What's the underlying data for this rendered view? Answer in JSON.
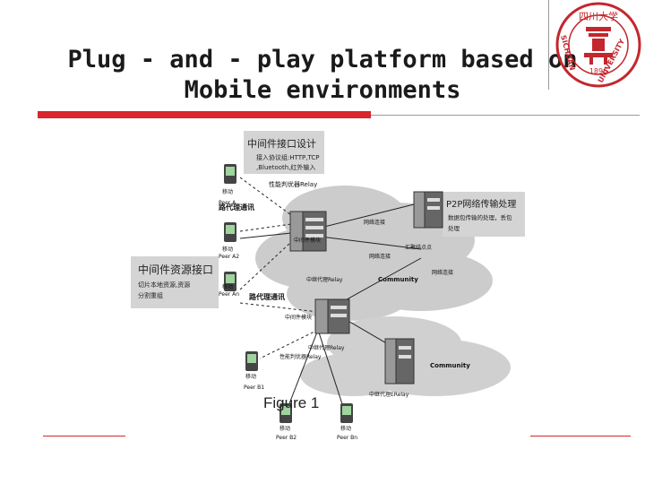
{
  "slide": {
    "title_line1": "Plug - and - play platform based on",
    "title_line2": "Mobile environments",
    "caption": "Figure 1"
  },
  "logo": {
    "top_text": "四川大学",
    "year": "1896",
    "left_text": "SICHUAN",
    "right_text": "UNIVERSITY"
  },
  "diagram": {
    "box_top": {
      "title": "中间件接口设计",
      "line1": "接入协议组:HTTP,TCP",
      "line2": ",Bluetooth,红外输入"
    },
    "box_left": {
      "title": "中间件资源接口",
      "line1": "切片本地资源,资源",
      "line2": "分割重组"
    },
    "box_right": {
      "title": "P2P网络传输处理",
      "line1": "数据包传输的处理，丢包",
      "line2": "处理"
    },
    "labels": {
      "relay_a": "性能判优器Relay",
      "route_comm_1": "路代理通讯",
      "route_comm_2": "路代理通讯",
      "middleware_module_1": "中间件模块",
      "middleware_module_2": "中间件模块",
      "net_connect_1": "网络连接",
      "net_connect_2": "网络连接",
      "net_connect_3": "网络连接",
      "converge_node": "汇聚结点点",
      "relay_b": "中继代理Relay",
      "relay_c": "中继代理Relay",
      "relay_d": "性能判优器Relay",
      "relay_e": "中继代理ERelay",
      "community_1": "Community",
      "community_2": "Community",
      "mobile": "移动",
      "peer_a": "Peer A",
      "peer_a2": "Peer A2",
      "peer_an": "Peer An",
      "peer_b1": "Peer B1",
      "peer_b2": "Peer B2",
      "peer_bn": "Peer Bn"
    }
  },
  "colors": {
    "accent_red": "#d9252b",
    "cloud": "#cfcfcf",
    "box_fill": "#d4d4d4"
  }
}
